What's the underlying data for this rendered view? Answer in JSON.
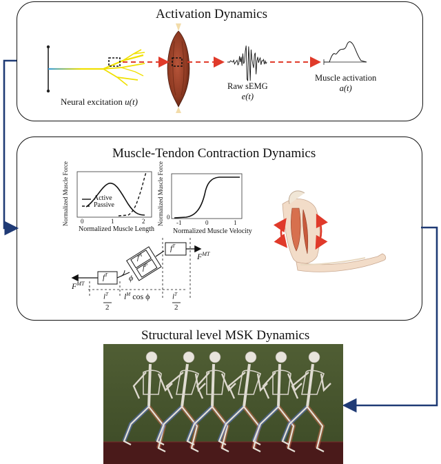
{
  "panels": {
    "activation": {
      "title": "Activation Dynamics",
      "neural_label": "Neural excitation",
      "neural_symbol": "u(t)",
      "semg_label": "Raw sEMG",
      "semg_symbol": "e(t)",
      "activation_label": "Muscle activation",
      "activation_symbol": "a(t)"
    },
    "contraction": {
      "title": "Muscle-Tendon Contraction Dynamics",
      "fl_plot": {
        "ylabel": "Normalized Muscle Force",
        "xlabel": "Normalized Muscle Length",
        "xticks": [
          "0",
          "1",
          "2"
        ],
        "legend": [
          "Active",
          "Passive"
        ]
      },
      "fv_plot": {
        "ylabel": "Normalized Muscle Force",
        "xlabel": "Normalized Muscle Velocity",
        "xticks": [
          "-1",
          "0",
          "1"
        ],
        "yticks": [
          "0"
        ]
      },
      "hill_model": {
        "f_mt_left": "F",
        "f_mt_right": "F",
        "sup_mt": "MT",
        "tendon_left": "f",
        "tendon_right": "f",
        "sup_t": "T",
        "active": "f",
        "sup_a": "A",
        "passive": "f",
        "sup_p": "P",
        "pennation": "ϕ",
        "lt_num": "l",
        "lt_den": "2",
        "lm_cos": "l",
        "sup_m": "M",
        "cos_text": " cos ϕ"
      }
    },
    "structural": {
      "title": "Structural level MSK Dynamics"
    }
  },
  "colors": {
    "arrow_blue": "#1f3a75",
    "dash_red": "#e03a2a",
    "nerve_yellow": "#f0e000",
    "nerve_blue": "#3aa0e0",
    "muscle": "#8e3a22",
    "field_green": "#4a5a2c",
    "track_red": "#4a1a1a"
  }
}
